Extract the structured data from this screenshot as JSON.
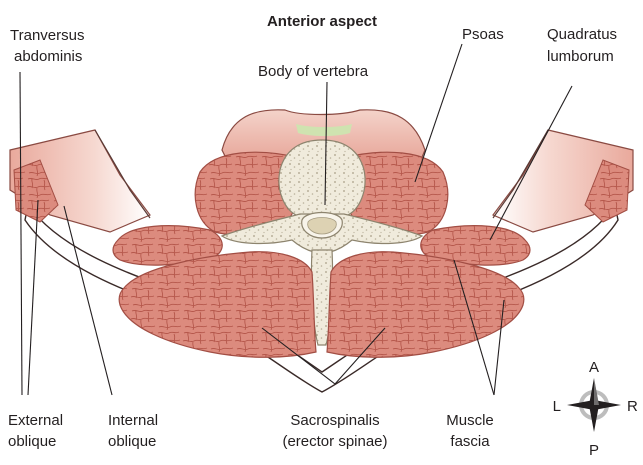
{
  "title": "Anterior aspect",
  "labels": {
    "transversus_line1": "Tranversus",
    "transversus_line2": "abdominis",
    "body_vertebra": "Body of vertebra",
    "psoas": "Psoas",
    "quadratus_line1": "Quadratus",
    "quadratus_line2": "lumborum",
    "external_line1": "External",
    "external_line2": "oblique",
    "internal_line1": "Internal",
    "internal_line2": "oblique",
    "sacro_line1": "Sacrospinalis",
    "sacro_line2": "(erector spinae)",
    "fascia_line1": "Muscle",
    "fascia_line2": "fascia"
  },
  "compass": {
    "top": "A",
    "bottom": "P",
    "left": "L",
    "right": "R"
  },
  "colors": {
    "muscle": "#d9877a",
    "muscle_edge": "#b8574c",
    "muscle_cells": "#b75a4f",
    "skin_band": "#f1c7bd",
    "bone": "#efeadb",
    "bone_dots": "#b5ad96",
    "disc_green": "#cfe3b0"
  }
}
